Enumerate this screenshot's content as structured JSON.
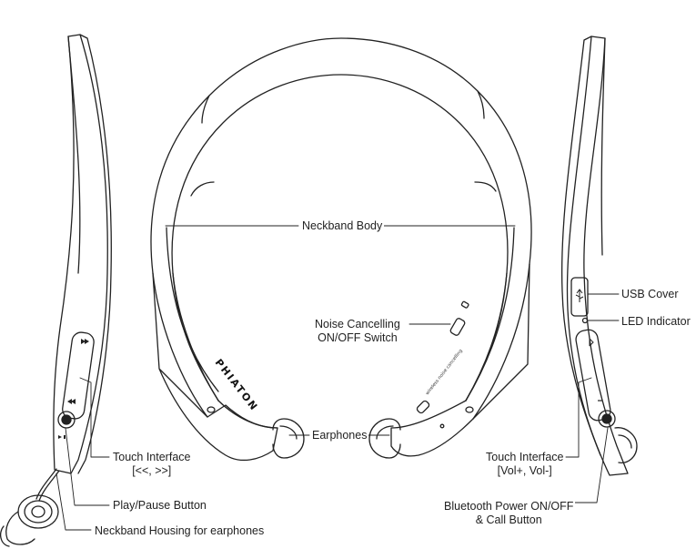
{
  "brand": "PHIATON",
  "device_print": "wireless noise cancelling",
  "labels": {
    "neckband_body": "Neckband Body",
    "noise_cancelling": [
      "Noise Cancelling",
      "ON/OFF Switch"
    ],
    "earphones": "Earphones",
    "touch_interface_left": [
      "Touch Interface",
      "[<<, >>]"
    ],
    "play_pause": "Play/Pause Button",
    "neckband_housing": "Neckband Housing for earphones",
    "usb_cover": "USB Cover",
    "led_indicator": "LED Indicator",
    "touch_interface_right": [
      "Touch Interface",
      "[Vol+, Vol-]"
    ],
    "bt_power": [
      "Bluetooth Power ON/OFF",
      "& Call Button"
    ]
  },
  "colors": {
    "line": "#222222",
    "background": "#ffffff"
  },
  "icons": [
    "usb-icon",
    "play-pause-icon",
    "forward-icon",
    "back-icon",
    "minus-icon",
    "bluetooth-icon"
  ]
}
